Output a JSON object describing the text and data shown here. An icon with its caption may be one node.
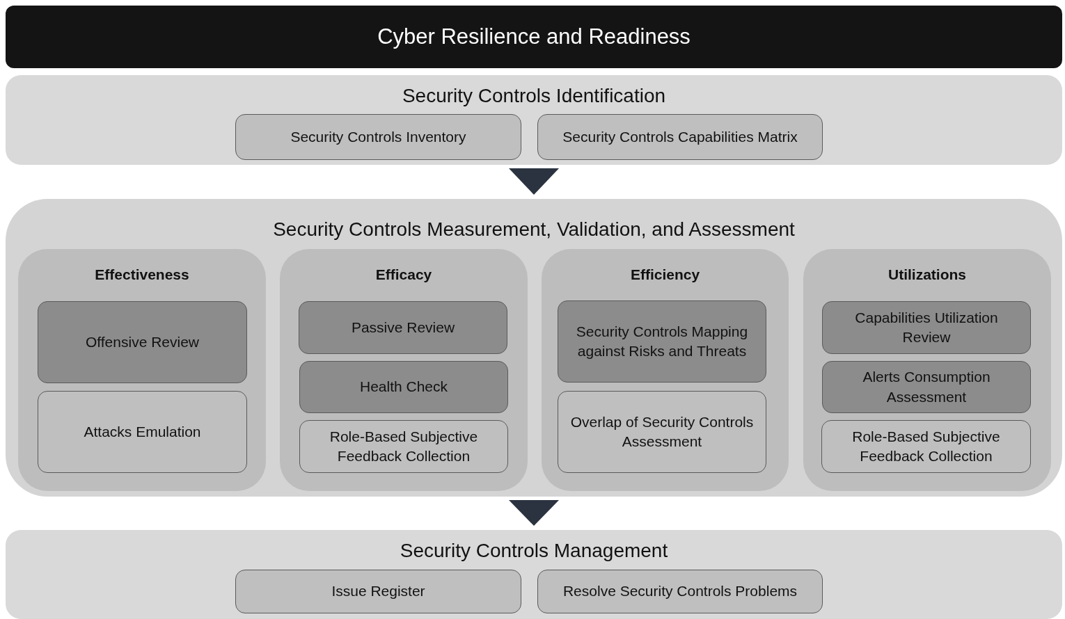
{
  "diagram": {
    "nodes": [
      {
        "text": [
          "Cyber Resilience and Readiness"
        ]
      },
      {
        "text": [
          "Security Controls Identification"
        ]
      },
      {
        "text": [
          "Security Controls Inventory"
        ],
        "in": 1
      },
      {
        "text": [
          "Security Controls Capabilities Matrix"
        ],
        "in": 1
      },
      {
        "text": [
          "Security Controls Measurement, Validation, and Assessment"
        ]
      },
      {
        "text": [
          "Effectiveness"
        ],
        "in": 4
      },
      {
        "text": [
          "Offensive Review"
        ],
        "in": 5
      },
      {
        "text": [
          "Attacks Emulation"
        ],
        "in": 5
      },
      {
        "text": [
          "Efficacy"
        ],
        "in": 4
      },
      {
        "text": [
          "Passive Review"
        ],
        "in": 8
      },
      {
        "text": [
          "Health Check"
        ],
        "in": 8
      },
      {
        "text": [
          "Role-Based Subjective Feedback Collection"
        ],
        "in": 8
      },
      {
        "text": [
          "Efficiency"
        ],
        "in": 4
      },
      {
        "text": [
          "Security Controls Mapping against Risks and Threats"
        ],
        "in": 12
      },
      {
        "text": [
          "Overlap of Security Controls Assessment"
        ],
        "in": 12
      },
      {
        "text": [
          "Utilizations"
        ],
        "in": 4
      },
      {
        "text": [
          "Capabilities Utilization Review"
        ],
        "in": 15
      },
      {
        "text": [
          "Alerts Consumption Assessment"
        ],
        "in": 15
      },
      {
        "text": [
          "Role-Based Subjective Feedback Collection"
        ],
        "in": 15
      },
      {
        "text": [
          "Security Controls Management"
        ]
      },
      {
        "text": [
          "Issue Register"
        ],
        "in": 19
      },
      {
        "text": [
          "Resolve Security Controls Problems"
        ],
        "in": 19
      }
    ],
    "edges": [
      {
        "from": 1,
        "to": 4,
        "arrow": "to"
      },
      {
        "from": 4,
        "to": 19,
        "arrow": "to"
      }
    ]
  }
}
